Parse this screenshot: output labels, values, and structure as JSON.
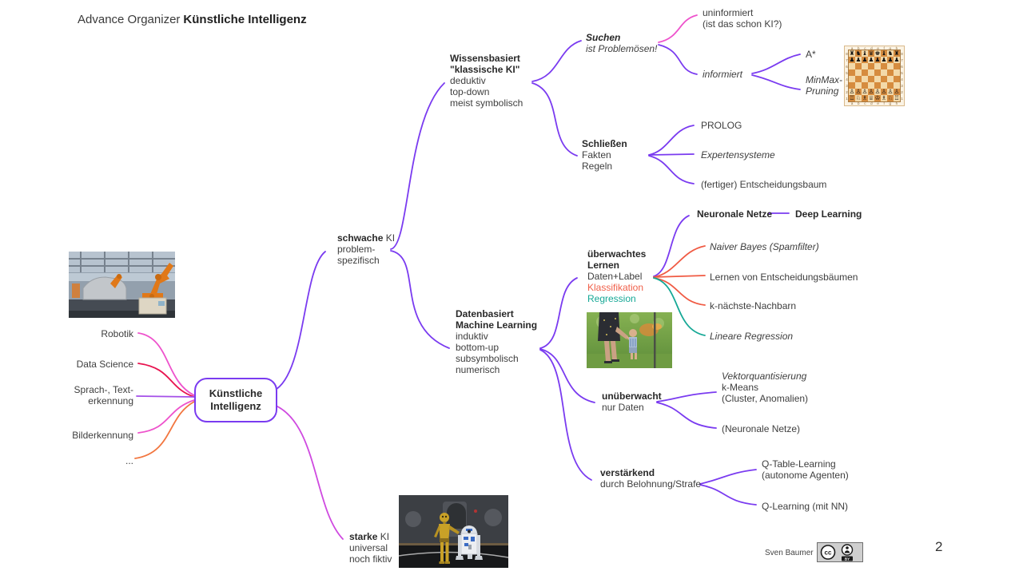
{
  "page": {
    "title_prefix": "Advance Organizer",
    "title_bold": "Künstliche Intelligenz",
    "page_number": "2",
    "author": "Sven Baumer"
  },
  "colors": {
    "purple": "#7a3bf0",
    "magenta": "#cf4ae0",
    "pink": "#ee52cc",
    "crimson": "#e8134f",
    "violet": "#a44fe8",
    "orange": "#f2763f",
    "orangered": "#f05a43",
    "teal": "#16a896",
    "klassifikation_text": "#f0604a",
    "regression_text": "#16a896"
  },
  "root": {
    "line1": "Künstliche",
    "line2": "Intelligenz"
  },
  "left": {
    "robotik": "Robotik",
    "data_science": "Data Science",
    "sprach1": "Sprach-, Text-",
    "sprach2": "erkennung",
    "bild": "Bilderkennung",
    "dots": "..."
  },
  "schwache": {
    "bold": "schwache",
    "rest": " KI",
    "l2": "problem-",
    "l3": "spezifisch"
  },
  "starke": {
    "bold": "starke",
    "rest": " KI",
    "l2": "universal",
    "l3": "noch fiktiv"
  },
  "wissensbasiert": {
    "l1": "Wissensbasiert",
    "l2": "\"klassische KI\"",
    "l3": "deduktiv",
    "l4": "top-down",
    "l5": "meist symbolisch"
  },
  "suchen": {
    "l1": "Suchen",
    "l2": "ist Problemösen!"
  },
  "uninformiert": {
    "l1": "uninformiert",
    "l2": "(ist das schon KI?)"
  },
  "informiert": {
    "label": "informiert"
  },
  "astar": {
    "label": "A*"
  },
  "minmax": {
    "l1": "MinMax-",
    "l2": "Pruning"
  },
  "schliessen": {
    "l1": "Schließen",
    "l2": "Fakten",
    "l3": "Regeln"
  },
  "prolog": {
    "label": "PROLOG"
  },
  "expertensysteme": {
    "label": "Expertensysteme"
  },
  "entscheidungsbaum": {
    "label": "(fertiger) Entscheidungsbaum"
  },
  "datenbasiert": {
    "l1": "Datenbasiert",
    "l2": "Machine Learning",
    "l3": "induktiv",
    "l4": "bottom-up",
    "l5": "subsymbolisch",
    "l6": "numerisch"
  },
  "ueberwacht": {
    "l1": "überwachtes",
    "l2": "Lernen",
    "l3": "Daten+Label",
    "l4": "Klassifikation",
    "l5": "Regression"
  },
  "neuronale": {
    "label": "Neuronale Netze"
  },
  "deep": {
    "label": "Deep Learning"
  },
  "bayes": {
    "label": "Naiver Bayes (Spamfilter)"
  },
  "lernen_eb": {
    "label": "Lernen von Entscheidungsbäumen"
  },
  "knn": {
    "label": "k-nächste-Nachbarn"
  },
  "linreg": {
    "label": "Lineare Regression"
  },
  "unueberwacht": {
    "l1": "unüberwacht",
    "l2": "nur Daten"
  },
  "kmeans": {
    "l1": "Vektorquantisierung",
    "l2": "k-Means",
    "l3": "(Cluster, Anomalien)"
  },
  "nn2": {
    "label": "(Neuronale Netze)"
  },
  "verstaerkend": {
    "l1": "verstärkend",
    "l2": "durch Belohnung/Strafe"
  },
  "qtable": {
    "l1": "Q-Table-Learning",
    "l2": "(autonome Agenten)"
  },
  "qlearning": {
    "label": "Q-Learning (mit NN)"
  },
  "badge": {
    "cc": "cc",
    "by": "BY"
  },
  "chess": {
    "files": "abcdefgh",
    "ranks": "87654321",
    "rows": [
      "♜♞♝♛♚♝♞♜",
      "♟♟♟♟♟♟♟♟",
      "",
      "",
      "",
      "",
      "♙♙♙♙♙♙♙♙",
      "♖♘♗♕♔♗♘♖"
    ]
  }
}
